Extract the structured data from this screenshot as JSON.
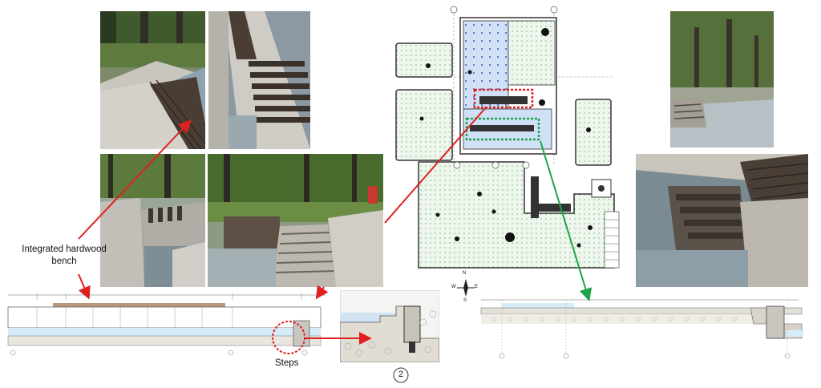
{
  "labels": {
    "bench": "Integrated hardwood bench",
    "steps": "Steps",
    "detail_number": "2",
    "north": "N",
    "west": "W",
    "east": "E",
    "south": "S"
  },
  "colors": {
    "red_callout": "#e02020",
    "green_callout": "#1fa34a",
    "pool_blue": "#cfe0f7",
    "water_blue": "#d6ecf7",
    "grass_green": "#e6f2e6",
    "hatch_green": "#6fbf73",
    "granite": "#b9b6b0",
    "wood": "#5b4a3c"
  }
}
